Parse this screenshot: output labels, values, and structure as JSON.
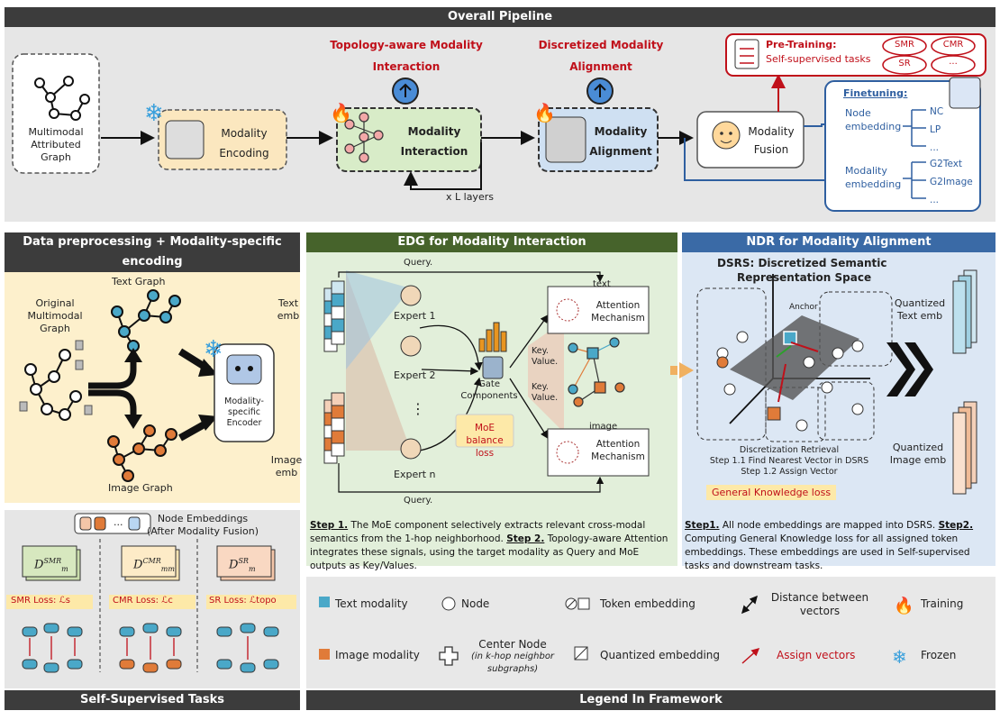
{
  "pipeline": {
    "title": "Overall Pipeline",
    "input_label": [
      "Multimodal",
      "Attributed",
      "Graph"
    ],
    "encoding_label": [
      "Modality",
      "Encoding"
    ],
    "interaction_title": [
      "Topology-aware Modality",
      "Interaction"
    ],
    "interaction_label": [
      "Modality",
      "Interaction"
    ],
    "layers_label": "x L layers",
    "alignment_title": [
      "Discretized Modality",
      "Alignment"
    ],
    "alignment_label": [
      "Modality",
      "Alignment"
    ],
    "fusion_label": [
      "Modality",
      "Fusion"
    ],
    "pretraining": {
      "title": "Pre-Training:",
      "subtitle": "Self-supervised tasks",
      "tags": [
        "SMR",
        "CMR",
        "SR",
        "..."
      ]
    },
    "finetuning": {
      "title": "Finetuning:",
      "node_embedding": [
        "Node",
        "embedding"
      ],
      "node_tasks": [
        "NC",
        "LP",
        "..."
      ],
      "modality_embedding": [
        "Modality",
        "embedding"
      ],
      "modality_tasks": [
        "G2Text",
        "G2Image",
        "..."
      ]
    }
  },
  "preprocess": {
    "title": "Data preprocessing + Modality-specific encoding",
    "original": [
      "Original",
      "Multimodal",
      "Graph"
    ],
    "text_graph": "Text Graph",
    "image_graph": "Image Graph",
    "encoder": [
      "Modality-",
      "specific",
      "Encoder"
    ]
  },
  "edg": {
    "title": "EDG for Modality Interaction",
    "text_emb": [
      "Text",
      "emb"
    ],
    "image_emb": [
      "Image",
      "emb"
    ],
    "query_top": "Query.",
    "query_bottom": "Query.",
    "experts": [
      "Expert 1",
      "Expert 2",
      "⋮",
      "Expert n"
    ],
    "gate": [
      "Gate",
      "Components"
    ],
    "moe_loss": [
      "MoE balance",
      "loss"
    ],
    "kv_top": [
      "Key.",
      "Value."
    ],
    "kv_bottom": [
      "Key.",
      "Value."
    ],
    "text_tag": "text",
    "image_tag": "image",
    "attention": [
      "Attention",
      "Mechanism"
    ],
    "caption_step1": "Step 1.",
    "caption_a": " The MoE component selectively extracts relevant cross-modal semantics from the 1-hop neighborhood. ",
    "caption_step2": "Step 2.",
    "caption_b": " Topology-aware Attention integrates these signals, using the target modality as Query and MoE outputs as Key/Values."
  },
  "ndr": {
    "title": "NDR for Modality Alignment",
    "dsrs_title": [
      "DSRS: Discretized Semantic",
      "Representation Space"
    ],
    "anchor": "Anchor",
    "retrieval": [
      "Discretization Retrieval",
      "Step 1.1  Find Nearest Vector in DSRS",
      "Step 1.2  Assign Vector"
    ],
    "gk_loss": "General Knowledge loss",
    "quantized_text": [
      "Quantized",
      "Text emb"
    ],
    "quantized_image": [
      "Quantized",
      "Image emb"
    ],
    "caption_step1": "Step1.",
    "caption_a": " All node embeddings are mapped into DSRS. ",
    "caption_step2": "Step2.",
    "caption_b": " Computing General Knowledge loss for all assigned token embeddings. These embeddings are used in Self-supervised tasks and downstream tasks."
  },
  "ssl": {
    "title": "Self-Supervised Tasks",
    "node_embeddings": [
      "Node Embeddings",
      "(After Modality Fusion)"
    ],
    "ellipsis": "...",
    "losses": [
      "SMR Loss: ℒs",
      "CMR Loss: ℒc",
      "SR Loss: ℒtopo"
    ],
    "d_labels": [
      "SMR",
      "CMR",
      "SR"
    ],
    "d_subs": [
      "m",
      "mm",
      "m"
    ]
  },
  "legend": {
    "title": "Legend In Framework",
    "items": [
      {
        "icon": "text-swatch",
        "label": "Text modality"
      },
      {
        "icon": "node-circle",
        "label": "Node"
      },
      {
        "icon": "token-embedding",
        "label": "Token embedding"
      },
      {
        "icon": "distance-arrow",
        "label": "Distance between vectors"
      },
      {
        "icon": "fire",
        "label": "Training"
      },
      {
        "icon": "image-swatch",
        "label": "Image modality"
      },
      {
        "icon": "center-node",
        "label": "Center Node",
        "note": "(in k-hop neighbor subgraphs)"
      },
      {
        "icon": "quantized",
        "label": "Quantized embedding"
      },
      {
        "icon": "assign-arrow",
        "label": "Assign vectors"
      },
      {
        "icon": "snowflake",
        "label": "Frozen"
      }
    ]
  },
  "colors": {
    "header": "#3c3c3c",
    "edg_header": "#46632b",
    "ndr_header": "#3a6aa6",
    "red": "#c0101a",
    "text_blue": "#4aa8c8",
    "image_orange": "#e07b39"
  }
}
